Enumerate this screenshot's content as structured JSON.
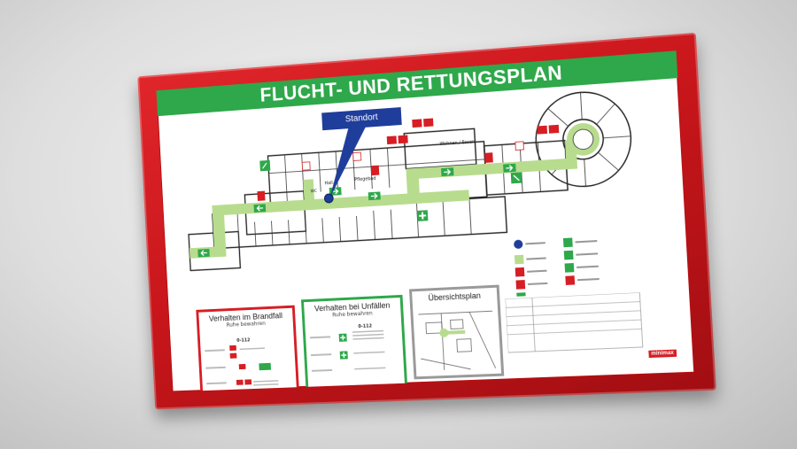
{
  "poster": {
    "title": "FLUCHT- UND RETTUNGSPLAN",
    "location_label": "Standort",
    "room_labels": [
      "Wohnen / Essen",
      "Pflegebad",
      "Hall",
      "WC"
    ],
    "panels": {
      "fire": {
        "title": "Verhalten im Brandfall",
        "subtitle": "Ruhe bewahren",
        "emergency_number": "0-112"
      },
      "accident": {
        "title": "Verhalten bei Unfällen",
        "subtitle": "Ruhe bewahren",
        "emergency_number": "0-112"
      },
      "overview": {
        "title": "Übersichtsplan"
      }
    },
    "brand": "minimax"
  },
  "colors": {
    "frame": "#c8161b",
    "title_bar": "#2ea84a",
    "escape_route": "#b8dc8e",
    "location_marker": "#1f3d9a",
    "accident_border": "#2ea84a",
    "fire_border": "#d61e24",
    "overview_border": "#9a9a9a"
  }
}
